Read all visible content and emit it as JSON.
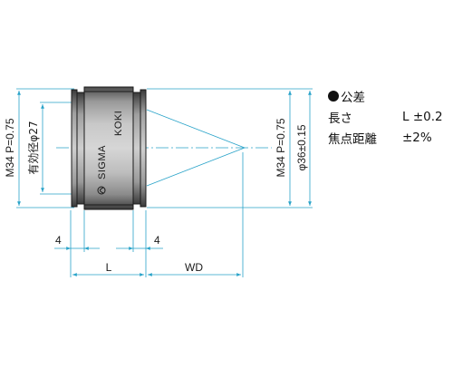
{
  "lens": {
    "brand_left": "SIGMA",
    "brand_right": "KOKI",
    "brand_logo": "sigma-koki-logo"
  },
  "dimensions": {
    "left_thread": "M34  P=0.75",
    "effective_diameter": "有効径φ27",
    "right_thread": "M34  P=0.75",
    "outer_diameter": "φ36±0.15",
    "left_offset": "4",
    "right_offset": "4",
    "length": "L",
    "working_distance": "WD"
  },
  "tolerance": {
    "title": "公差",
    "rows": [
      {
        "label": "長さ",
        "value": "L ±0.2"
      },
      {
        "label": "焦点距離",
        "value": "±2%"
      }
    ]
  },
  "colors": {
    "dimension_line": "#29a3c9",
    "body": "#1a1a1a"
  }
}
